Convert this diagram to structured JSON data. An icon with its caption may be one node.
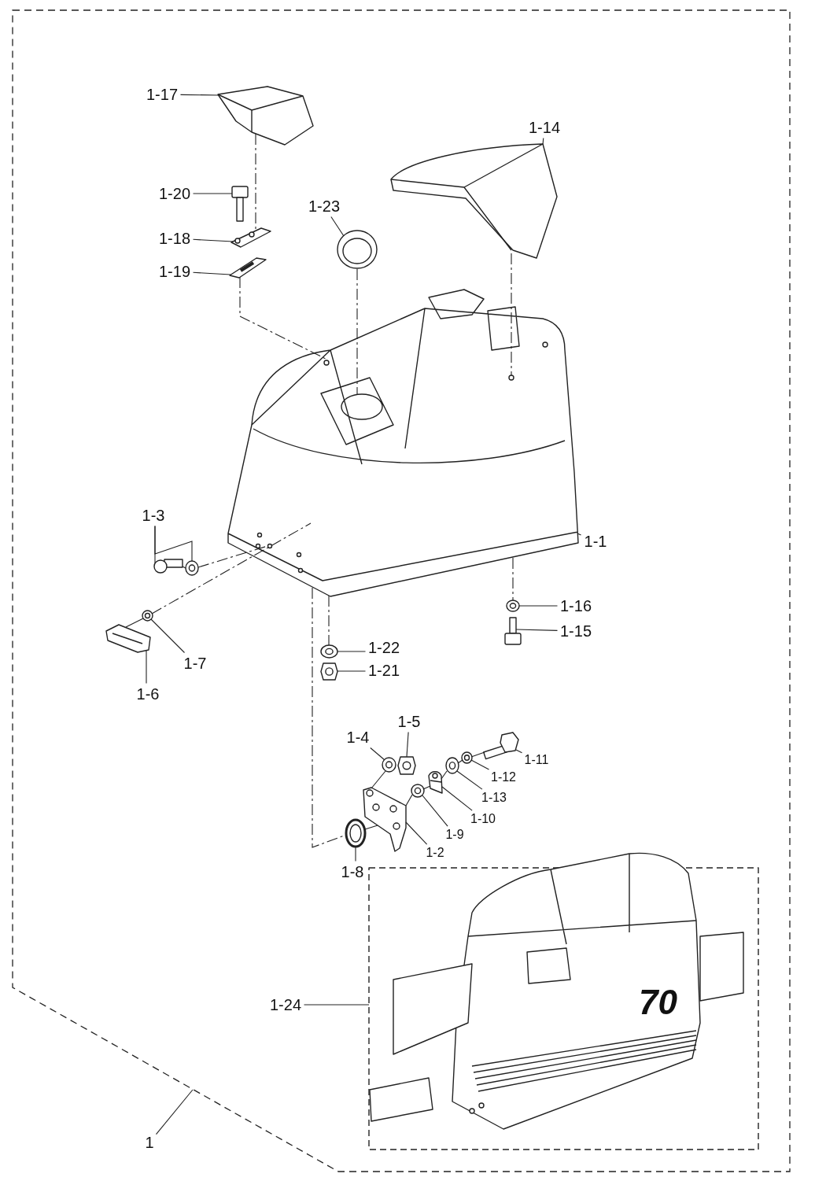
{
  "diagram": {
    "nodes": [
      {
        "text": [],
        "shape": "box"
      },
      {
        "text": [
          "1-17"
        ],
        "in": 0
      },
      {
        "text": [],
        "shape": "picture",
        "in": 0
      },
      {
        "text": [
          "1-14"
        ],
        "in": 0
      },
      {
        "text": [],
        "shape": "picture",
        "in": 0
      },
      {
        "text": [
          "1-20"
        ],
        "in": 0
      },
      {
        "text": [],
        "shape": "picture",
        "in": 0
      },
      {
        "text": [
          "1-23"
        ],
        "in": 0
      },
      {
        "text": [],
        "shape": "picture",
        "in": 0
      },
      {
        "text": [
          "1-18"
        ],
        "in": 0
      },
      {
        "text": [],
        "shape": "picture",
        "in": 0
      },
      {
        "text": [
          "1-19"
        ],
        "in": 0
      },
      {
        "text": [],
        "shape": "picture",
        "in": 0
      },
      {
        "text": [
          "1-3"
        ],
        "in": 0
      },
      {
        "text": [],
        "shape": "picture",
        "in": 0
      },
      {
        "text": [],
        "shape": "picture",
        "in": 0
      },
      {
        "text": [
          "1-1"
        ],
        "in": 0
      },
      {
        "text": [],
        "shape": "picture",
        "in": 0
      },
      {
        "text": [
          "1-16"
        ],
        "in": 0
      },
      {
        "text": [],
        "shape": "picture",
        "in": 0
      },
      {
        "text": [
          "1-15"
        ],
        "in": 0
      },
      {
        "text": [],
        "shape": "picture",
        "in": 0
      },
      {
        "text": [
          "1-7"
        ],
        "in": 0
      },
      {
        "text": [],
        "shape": "picture",
        "in": 0
      },
      {
        "text": [
          "1-22"
        ],
        "in": 0
      },
      {
        "text": [],
        "shape": "picture",
        "in": 0
      },
      {
        "text": [
          "1-21"
        ],
        "in": 0
      },
      {
        "text": [],
        "shape": "picture",
        "in": 0
      },
      {
        "text": [
          "1-6"
        ],
        "in": 0
      },
      {
        "text": [],
        "shape": "picture",
        "in": 0
      },
      {
        "text": [
          "1-5"
        ],
        "in": 0
      },
      {
        "text": [],
        "shape": "picture",
        "in": 0
      },
      {
        "text": [
          "1-4"
        ],
        "in": 0
      },
      {
        "text": [],
        "shape": "picture",
        "in": 0
      },
      {
        "text": [
          "1-11"
        ],
        "in": 0
      },
      {
        "text": [],
        "shape": "picture",
        "in": 0
      },
      {
        "text": [
          "1-12"
        ],
        "in": 0
      },
      {
        "text": [],
        "shape": "picture",
        "in": 0
      },
      {
        "text": [
          "1-13"
        ],
        "in": 0
      },
      {
        "text": [],
        "shape": "picture",
        "in": 0
      },
      {
        "text": [
          "1-10"
        ],
        "in": 0
      },
      {
        "text": [],
        "shape": "picture",
        "in": 0
      },
      {
        "text": [
          "1-9"
        ],
        "in": 0
      },
      {
        "text": [],
        "shape": "picture",
        "in": 0
      },
      {
        "text": [
          "1-2"
        ],
        "in": 0
      },
      {
        "text": [],
        "shape": "picture",
        "in": 0
      },
      {
        "text": [
          "1-8"
        ],
        "in": 0
      },
      {
        "text": [],
        "shape": "picture",
        "in": 0
      },
      {
        "text": [
          "1-24"
        ],
        "in": 0
      },
      {
        "text": [],
        "shape": "picture",
        "in": 0
      },
      {
        "text": [
          "1"
        ]
      }
    ],
    "edges": [
      {
        "from": 1,
        "to": 2,
        "arrow": "none"
      },
      {
        "from": 3,
        "to": 4,
        "arrow": "none"
      },
      {
        "from": 5,
        "to": 6,
        "arrow": "none"
      },
      {
        "from": 7,
        "to": 8,
        "arrow": "none"
      },
      {
        "from": 9,
        "to": 10,
        "arrow": "none"
      },
      {
        "from": 11,
        "to": 12,
        "arrow": "none"
      },
      {
        "from": 13,
        "to": 14,
        "arrow": "none"
      },
      {
        "from": 13,
        "to": 15,
        "arrow": "none"
      },
      {
        "from": 16,
        "to": 17,
        "arrow": "none"
      },
      {
        "from": 18,
        "to": 19,
        "arrow": "none"
      },
      {
        "from": 20,
        "to": 21,
        "arrow": "none"
      },
      {
        "from": 22,
        "to": 23,
        "arrow": "none"
      },
      {
        "from": 24,
        "to": 25,
        "arrow": "none"
      },
      {
        "from": 26,
        "to": 27,
        "arrow": "none"
      },
      {
        "from": 28,
        "to": 29,
        "arrow": "none"
      },
      {
        "from": 30,
        "to": 31,
        "arrow": "none"
      },
      {
        "from": 32,
        "to": 33,
        "arrow": "none"
      },
      {
        "from": 34,
        "to": 35,
        "arrow": "none"
      },
      {
        "from": 36,
        "to": 37,
        "arrow": "none"
      },
      {
        "from": 38,
        "to": 39,
        "arrow": "none"
      },
      {
        "from": 40,
        "to": 41,
        "arrow": "none"
      },
      {
        "from": 42,
        "to": 43,
        "arrow": "none"
      },
      {
        "from": 44,
        "to": 45,
        "arrow": "none"
      },
      {
        "from": 46,
        "to": 47,
        "arrow": "none"
      },
      {
        "from": 48,
        "to": 49,
        "arrow": "none"
      },
      {
        "from": 50,
        "to": 0,
        "arrow": "none"
      },
      {
        "from": 2,
        "to": 10,
        "arrow": "none",
        "style": "dashed"
      },
      {
        "from": 12,
        "to": 17,
        "arrow": "none",
        "style": "dashed"
      },
      {
        "from": 17,
        "to": 25,
        "arrow": "none",
        "style": "dashed"
      },
      {
        "from": 8,
        "to": 17,
        "arrow": "none",
        "style": "dashed"
      },
      {
        "from": 4,
        "to": 17,
        "arrow": "none",
        "style": "dashed"
      },
      {
        "from": 17,
        "to": 19,
        "arrow": "none",
        "style": "dashed"
      },
      {
        "from": 15,
        "to": 17,
        "arrow": "none",
        "style": "dashed"
      },
      {
        "from": 23,
        "to": 17,
        "arrow": "none",
        "style": "dashed"
      },
      {
        "from": 17,
        "to": 47,
        "arrow": "none",
        "style": "dashed"
      },
      {
        "from": 14,
        "to": 15,
        "arrow": "none"
      },
      {
        "from": 29,
        "to": 23,
        "arrow": "none"
      },
      {
        "from": 47,
        "to": 45,
        "arrow": "none"
      },
      {
        "from": 45,
        "to": 33,
        "arrow": "none"
      },
      {
        "from": 45,
        "to": 43,
        "arrow": "none"
      },
      {
        "from": 43,
        "to": 41,
        "arrow": "none"
      },
      {
        "from": 41,
        "to": 39,
        "arrow": "none"
      },
      {
        "from": 39,
        "to": 37,
        "arrow": "none"
      },
      {
        "from": 37,
        "to": 35,
        "arrow": "none"
      }
    ],
    "labels": [
      "70"
    ]
  }
}
